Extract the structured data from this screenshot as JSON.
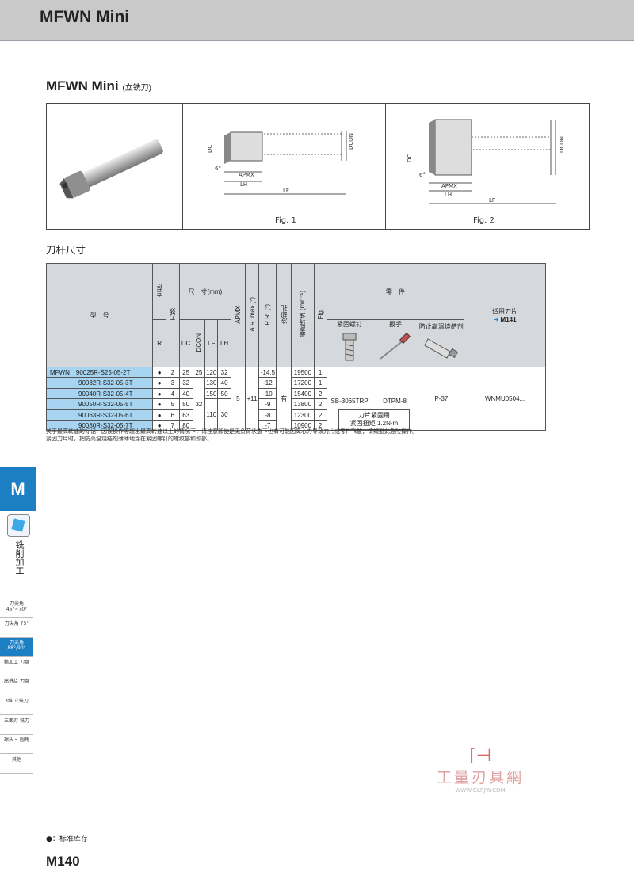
{
  "header": {
    "title": "MFWN Mini"
  },
  "section": {
    "title": "MFWN Mini",
    "subtitle": "(立铣刀)"
  },
  "figures": {
    "fig1_caption": "Fig. 1",
    "fig2_caption": "Fig. 2",
    "labels": {
      "dc": "DC",
      "dcon": "DCON",
      "apmx": "APMX",
      "lh": "LH",
      "lf": "LF",
      "kappa": "6°"
    }
  },
  "spec_title": "刀杆尺寸",
  "table": {
    "headers": {
      "model": "型　号",
      "stock": "库存",
      "stock_r": "R",
      "flutes": "刀数",
      "dims": "尺　寸(mm)",
      "dc": "DC",
      "dcon": "DCON",
      "lf": "LF",
      "lh": "LH",
      "apmx": "APMX",
      "ar": "A.R. max.(°)",
      "rr": "R.R. (°)",
      "coolant": "冷却孔",
      "rpm": "最高转速 (min⁻¹)",
      "fig": "Fig.",
      "parts": "零　件",
      "screw": "紧固螺钉",
      "wrench": "扳手",
      "compound": "防止高温烧结剂",
      "insert": "适用刀片",
      "insert_ref": "M141"
    },
    "prefix": "MFWN",
    "rows": [
      {
        "model": "90025R-S25-05-2T",
        "stock": "●",
        "z": "2",
        "dc": "25",
        "dcon": "25",
        "lf": "120",
        "lh": "32",
        "rr": "-14.5",
        "rpm": "19500",
        "fig": "1"
      },
      {
        "model": "90032R-S32-05-3T",
        "stock": "●",
        "z": "3",
        "dc": "32",
        "dcon": "",
        "lf": "130",
        "lh": "40",
        "rr": "-12",
        "rpm": "17200",
        "fig": "1"
      },
      {
        "model": "90040R-S32-05-4T",
        "stock": "●",
        "z": "4",
        "dc": "40",
        "dcon": "",
        "lf": "150",
        "lh": "50",
        "rr": "-10",
        "rpm": "15400",
        "fig": "2"
      },
      {
        "model": "90050R-S32-05-5T",
        "stock": "●",
        "z": "5",
        "dc": "50",
        "dcon": "32",
        "lf": "",
        "lh": "",
        "rr": "-9",
        "rpm": "13800",
        "fig": "2"
      },
      {
        "model": "90063R-S32-05-6T",
        "stock": "●",
        "z": "6",
        "dc": "63",
        "dcon": "",
        "lf": "110",
        "lh": "30",
        "rr": "-8",
        "rpm": "12300",
        "fig": "2"
      },
      {
        "model": "90080R-S32-05-7T",
        "stock": "●",
        "z": "7",
        "dc": "80",
        "dcon": "",
        "lf": "",
        "lh": "",
        "rr": "-7",
        "rpm": "10900",
        "fig": "2"
      }
    ],
    "apmx": "5",
    "ar": "+11",
    "coolant": "有",
    "screw": "SB-3065TRP",
    "wrench": "DTPM-8",
    "compound": "P-37",
    "insert": "WNMU0504...",
    "torque_line1": "刀片紧固用",
    "torque_line2": "紧固扭矩 1.2N·m"
  },
  "notes": [
    "关于最高转速的标记：因误操作等超出最高转速以上的情况下，请注意即使是无负荷状态下也有可能因离心力导致刀片或零件飞散，请规避此危险操作。",
    "紧固刀片时，把防高温烧结剂薄薄地涂在紧固螺钉的螺纹部和颈部。"
  ],
  "sidebar": {
    "letter": "M",
    "category": "铣削加工",
    "items": [
      {
        "label": "刀尖角 45°~70°",
        "active": false
      },
      {
        "label": "刀尖角 75°",
        "active": false
      },
      {
        "label": "刀尖角 88°/90°",
        "active": true
      },
      {
        "label": "精加工 刀盘",
        "active": false
      },
      {
        "label": "高进给 刀盘",
        "active": false
      },
      {
        "label": "3维 立铣刀",
        "active": false
      },
      {
        "label": "三面刃 铣刀",
        "active": false
      },
      {
        "label": "球头・ 圆角",
        "active": false
      },
      {
        "label": "其他",
        "active": false
      }
    ]
  },
  "watermark": {
    "text": "工量刃具網",
    "url": "WWW.GLRJW.COM"
  },
  "footer": {
    "legend": "●：标准库存",
    "page": "M140"
  },
  "colors": {
    "accent": "#1c7fc4",
    "model_cell": "#a7d4f0",
    "header_bar": "#c9c9c9"
  }
}
